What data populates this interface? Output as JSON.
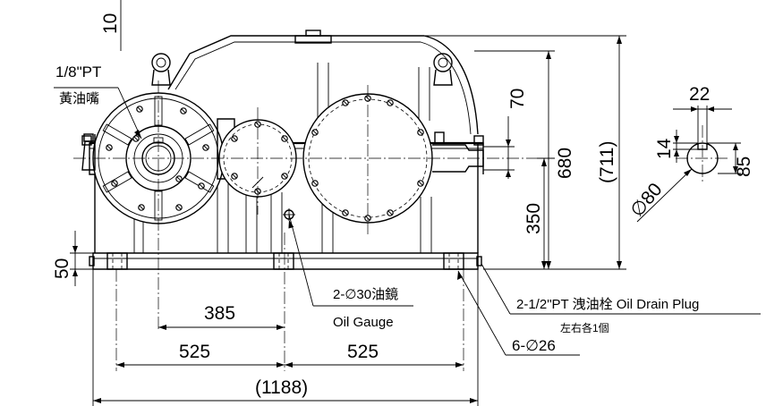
{
  "labels": {
    "grease_size": "1/8\"PT",
    "grease_name": "黃油嘴",
    "top_clearance": "10",
    "dim_70": "70",
    "dim_680": "680",
    "dim_711": "(711)",
    "dim_350": "350",
    "dim_50": "50",
    "dim_385": "385",
    "dim_525_left": "525",
    "dim_525_right": "525",
    "dim_1188": "(1188)",
    "oil_gauge_spec": "2-∅30油鏡",
    "oil_gauge_name": "Oil Gauge",
    "drain_plug": "2-1/2\"PT 洩油栓 Oil Drain Plug",
    "drain_note": "左右各1個",
    "bolt_holes": "6-∅26",
    "key_width": "22",
    "key_depth": "14",
    "shaft_height": "85",
    "shaft_dia": "∅80"
  }
}
